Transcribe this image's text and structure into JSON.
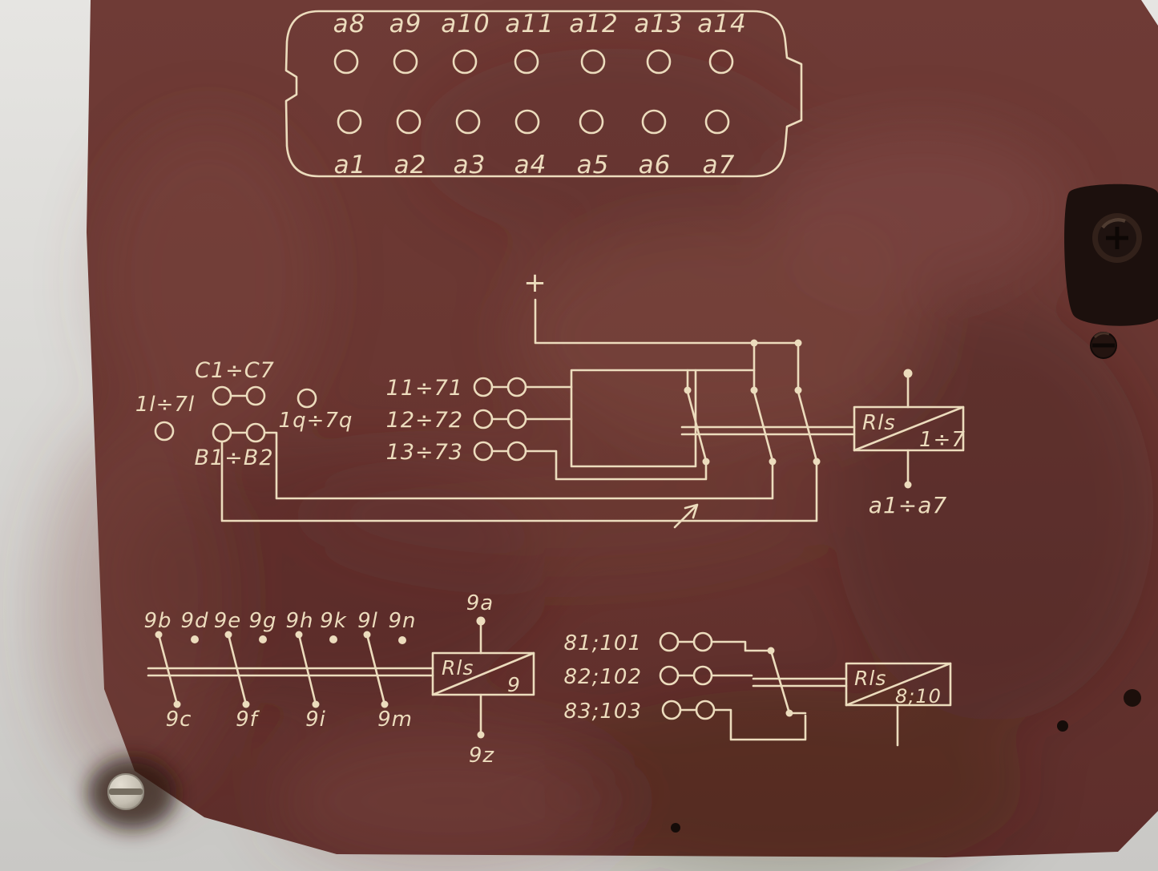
{
  "colors": {
    "panel": "#6a3733",
    "panel_dark": "#5c2c29",
    "line": "#ecdcbd",
    "background": "#d6d5d2"
  },
  "connector": {
    "top_labels": [
      "a8",
      "a9",
      "a10",
      "a11",
      "a12",
      "a13",
      "a14"
    ],
    "bottom_labels": [
      "a1",
      "a2",
      "a3",
      "a4",
      "a5",
      "a6",
      "a7"
    ]
  },
  "relay_1_7": {
    "plus": "+",
    "label_c": "C1÷C7",
    "label_l": "1l÷7l",
    "label_b": "B1÷B2",
    "label_q": "1q÷7q",
    "rows": [
      "11÷71",
      "12÷72",
      "13÷73"
    ],
    "box_label": "Rls",
    "box_sub": "1÷7",
    "output_label": "a1÷a7"
  },
  "relay_9": {
    "top_terminals": [
      "9b",
      "9d",
      "9e",
      "9g",
      "9h",
      "9k",
      "9l",
      "9n"
    ],
    "bottom_terminals": [
      "9c",
      "9f",
      "9i",
      "9m"
    ],
    "top_label": "9a",
    "bottom_label": "9z",
    "box_label": "Rls",
    "box_sub": "9"
  },
  "relay_8_10": {
    "rows": [
      "81;101",
      "82;102",
      "83;103"
    ],
    "box_label": "Rls",
    "box_sub": "8;10"
  }
}
